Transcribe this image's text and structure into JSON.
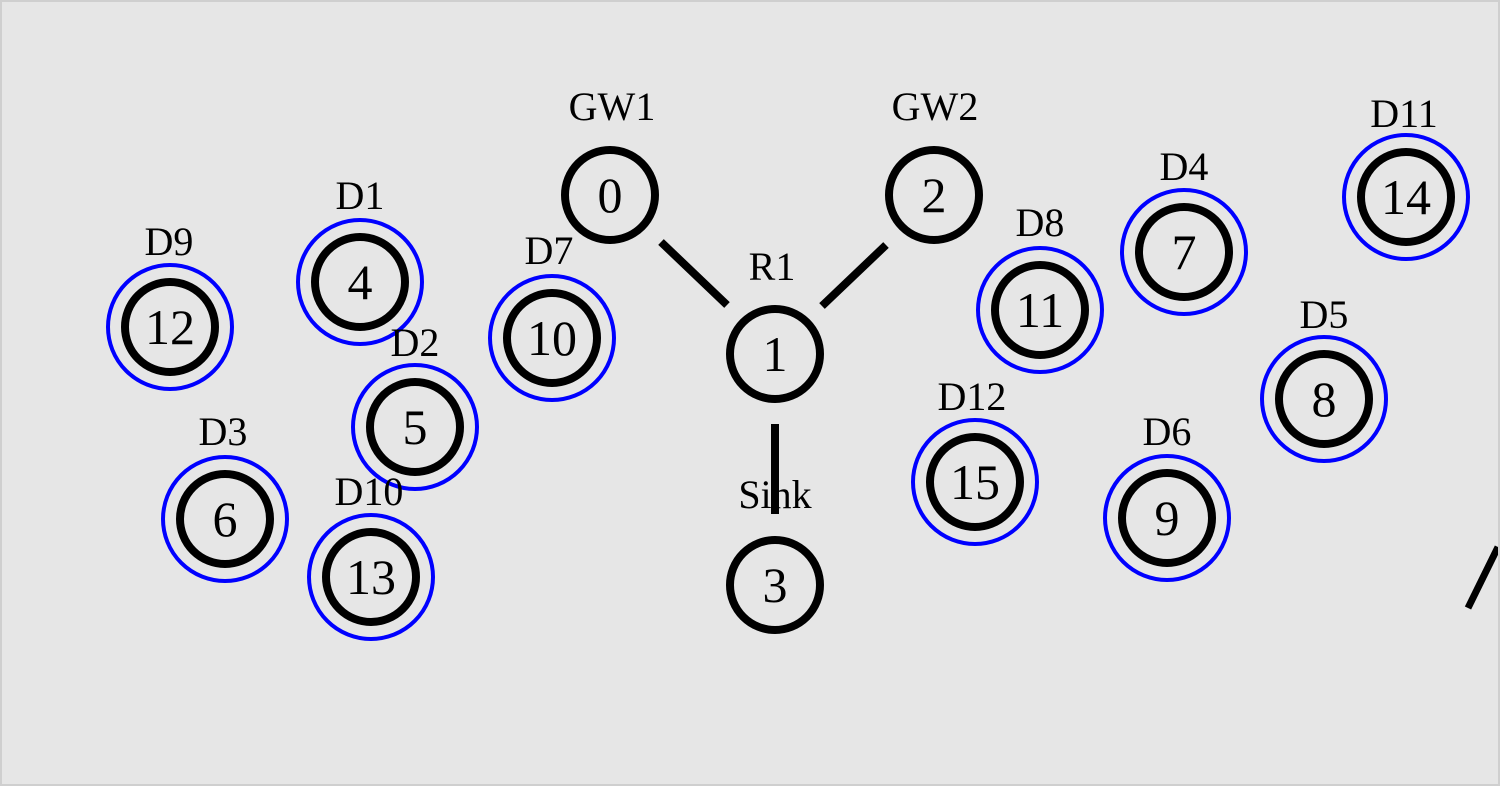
{
  "colors": {
    "background": "#e6e6e6",
    "node_stroke": "#000000",
    "ring_color": "#0000ff",
    "link_color": "#000000"
  },
  "nodes": [
    {
      "id": "0",
      "label": "GW1",
      "ring": false
    },
    {
      "id": "1",
      "label": "R1",
      "ring": false
    },
    {
      "id": "2",
      "label": "GW2",
      "ring": false
    },
    {
      "id": "3",
      "label": "Sink",
      "ring": false
    },
    {
      "id": "4",
      "label": "D1",
      "ring": true
    },
    {
      "id": "5",
      "label": "D2",
      "ring": true
    },
    {
      "id": "6",
      "label": "D3",
      "ring": true
    },
    {
      "id": "7",
      "label": "D4",
      "ring": true
    },
    {
      "id": "8",
      "label": "D5",
      "ring": true
    },
    {
      "id": "9",
      "label": "D6",
      "ring": true
    },
    {
      "id": "10",
      "label": "D7",
      "ring": true
    },
    {
      "id": "11",
      "label": "D8",
      "ring": true
    },
    {
      "id": "12",
      "label": "D9",
      "ring": true
    },
    {
      "id": "13",
      "label": "D10",
      "ring": true
    },
    {
      "id": "14",
      "label": "D11",
      "ring": true
    },
    {
      "id": "15",
      "label": "D12",
      "ring": true
    }
  ],
  "links": [
    {
      "from": "0",
      "to": "1"
    },
    {
      "from": "2",
      "to": "1"
    },
    {
      "from": "1",
      "to": "3"
    }
  ]
}
